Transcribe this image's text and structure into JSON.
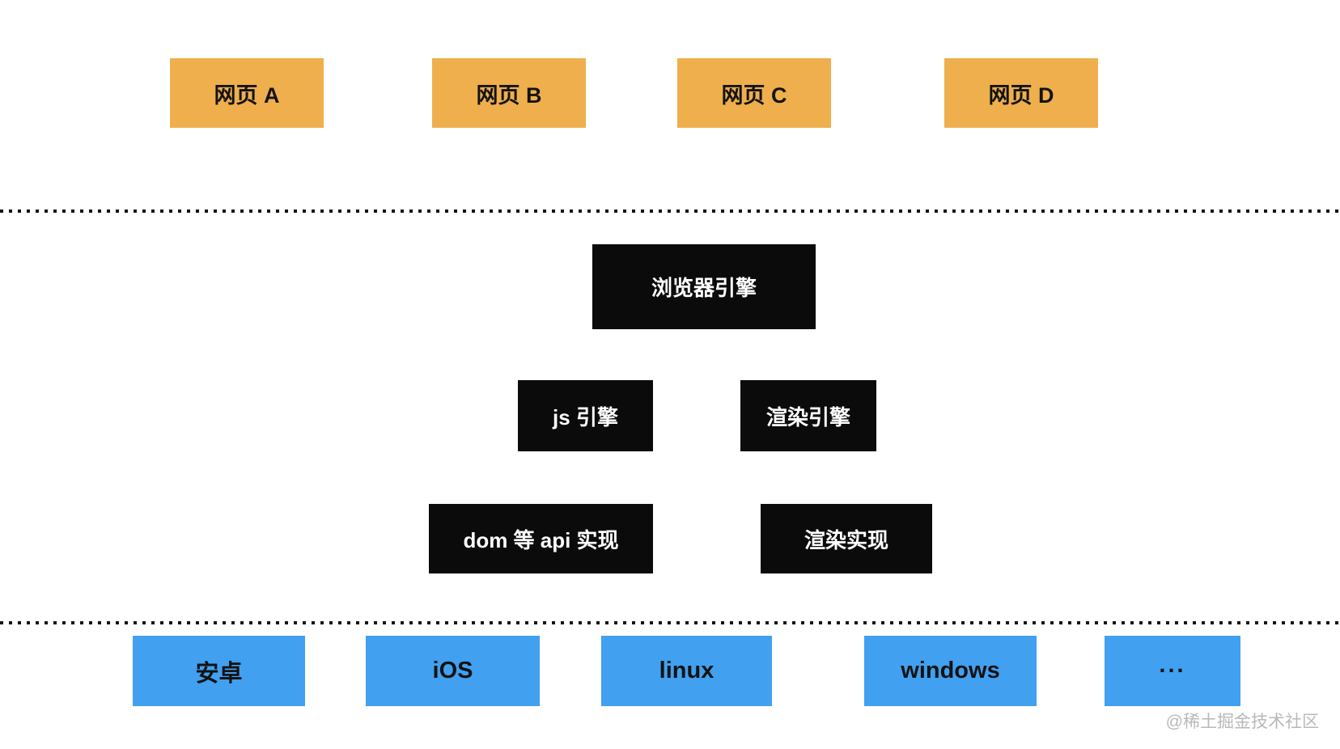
{
  "diagram_title": "browser-architecture-layers",
  "colors": {
    "web_page_bg": "#efaf4d",
    "engine_bg": "#0b0b0b",
    "os_bg": "#41a0f0",
    "separator": "#141414",
    "watermark_text": "#b9b9b9"
  },
  "layers": {
    "web_pages": [
      {
        "label": "网页 A"
      },
      {
        "label": "网页 B"
      },
      {
        "label": "网页 C"
      },
      {
        "label": "网页 D"
      }
    ],
    "browser_engine": {
      "label": "浏览器引擎"
    },
    "engines": [
      {
        "label": "js 引擎"
      },
      {
        "label": "渲染引擎"
      }
    ],
    "implementations": [
      {
        "label": "dom 等 api 实现"
      },
      {
        "label": "渲染实现"
      }
    ],
    "os_platforms": [
      {
        "label": "安卓"
      },
      {
        "label": "iOS"
      },
      {
        "label": "linux"
      },
      {
        "label": "windows"
      },
      {
        "label": "..."
      }
    ]
  },
  "watermark": "@稀土掘金技术社区"
}
